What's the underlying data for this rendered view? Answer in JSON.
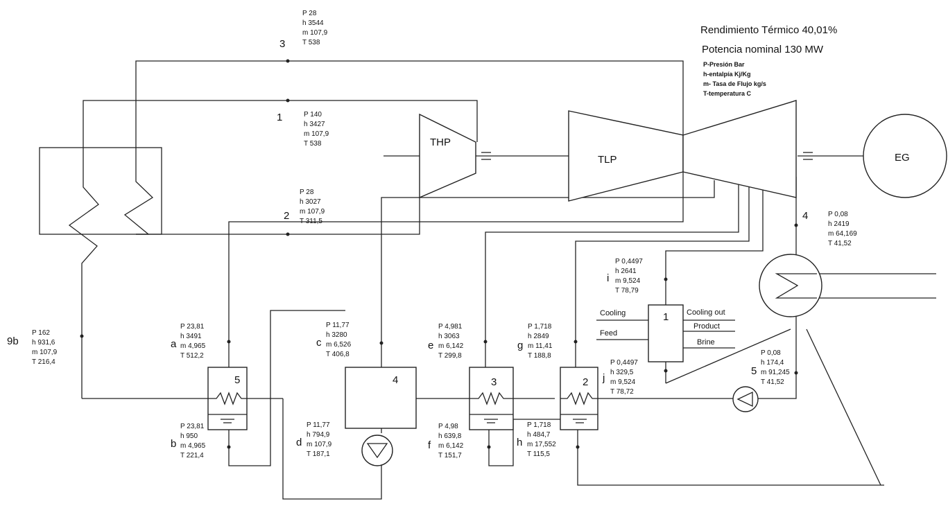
{
  "header": {
    "efficiency": "Rendimiento Térmico 40,01%",
    "power": "Potencia nominal 130 MW"
  },
  "legend": [
    "P-Presión Bar",
    "h-entalpía Kj/Kg",
    "m- Tasa de Flujo kg/s",
    "T-temperatura C"
  ],
  "equipment": {
    "thp": "THP",
    "tlp": "TLP",
    "eg": "EG",
    "heater5": "5",
    "heater4": "4",
    "heater3": "3",
    "heater2": "2",
    "desal": "1"
  },
  "desal_streams": {
    "cooling_in": "Cooling",
    "feed": "Feed",
    "cooling_out": "Cooling out",
    "product": "Product",
    "brine": "Brine"
  },
  "states": {
    "s3": {
      "label": "3",
      "lines": [
        "P 28",
        "h 3544",
        "m 107,9",
        "T 538"
      ]
    },
    "s1": {
      "label": "1",
      "lines": [
        "P 140",
        "h 3427",
        "m 107,9",
        "T 538"
      ]
    },
    "s2": {
      "label": "2",
      "lines": [
        "P 28",
        "h 3027",
        "m 107,9",
        "T 311,5"
      ]
    },
    "s4": {
      "label": "4",
      "lines": [
        "P 0,08",
        "h 2419",
        "m 64,169",
        "T 41,52"
      ]
    },
    "si": {
      "label": "i",
      "lines": [
        "P 0,4497",
        "h 2641",
        "m 9,524",
        "T 78,79"
      ]
    },
    "sj": {
      "label": "j",
      "lines": [
        "P 0,4497",
        "h 329,5",
        "m 9,524",
        "T 78,72"
      ]
    },
    "s5": {
      "label": "5",
      "lines": [
        "P 0,08",
        "h 174,4",
        "m 91,245",
        "T 41,52"
      ]
    },
    "s9b": {
      "label": "9b",
      "lines": [
        "P 162",
        "h 931,6",
        "m 107,9",
        "T 216,4"
      ]
    },
    "sa": {
      "label": "a",
      "lines": [
        "P 23,81",
        "h 3491",
        "m 4,965",
        "T 512,2"
      ]
    },
    "sb": {
      "label": "b",
      "lines": [
        "P 23,81",
        "h 950",
        "m 4,965",
        "T 221,4"
      ]
    },
    "sc": {
      "label": "c",
      "lines": [
        "P 11,77",
        "h 3280",
        "m 6,526",
        "T 406,8"
      ]
    },
    "sd": {
      "label": "d",
      "lines": [
        "P 11,77",
        "h 794,9",
        "m 107,9",
        "T 187,1"
      ]
    },
    "se": {
      "label": "e",
      "lines": [
        "P 4,981",
        "h 3063",
        "m 6,142",
        "T 299,8"
      ]
    },
    "sf": {
      "label": "f",
      "lines": [
        "P 4,98",
        "h 639,8",
        "m 6,142",
        "T 151,7"
      ]
    },
    "sg": {
      "label": "g",
      "lines": [
        "P 1,718",
        "h 2849",
        "m 11,41",
        "T 188,8"
      ]
    },
    "sh": {
      "label": "h",
      "lines": [
        "P 1,718",
        "h 484,7",
        "m 17,552",
        "T 115,5"
      ]
    }
  }
}
